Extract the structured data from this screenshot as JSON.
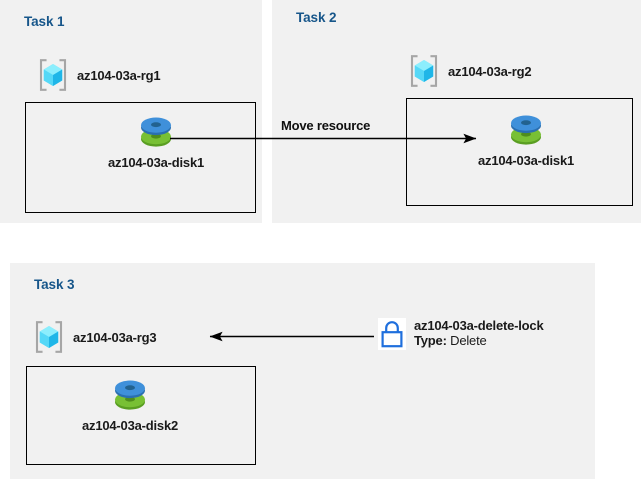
{
  "diagram": {
    "title_color": "#17568a",
    "panel_bg": "#f1f1f1",
    "page_bg": "#ffffff",
    "line_color": "#000000",
    "lock_color": "#1f6fdd",
    "disk_top_color": "#3c8ddb",
    "disk_bottom_color": "#71bd32",
    "cube_color": "#4ad6f5"
  },
  "panels": [
    {
      "id": "task1",
      "title": "Task 1"
    },
    {
      "id": "task2",
      "title": "Task 2"
    },
    {
      "id": "task3",
      "title": "Task 3"
    }
  ],
  "resource_groups": [
    {
      "id": "rg1",
      "label": "az104-03a-rg1",
      "icon": "resource-group-icon"
    },
    {
      "id": "rg2",
      "label": "az104-03a-rg2",
      "icon": "resource-group-icon"
    },
    {
      "id": "rg3",
      "label": "az104-03a-rg3",
      "icon": "resource-group-icon"
    }
  ],
  "disks": [
    {
      "id": "disk1",
      "label": "az104-03a-disk1",
      "icon": "disk-icon"
    },
    {
      "id": "disk2",
      "label": "az104-03a-disk1",
      "icon": "disk-icon"
    },
    {
      "id": "disk3",
      "label": "az104-03a-disk2",
      "icon": "disk-icon"
    }
  ],
  "connectors": [
    {
      "id": "move-arrow",
      "label": "Move resource",
      "direction": "right"
    },
    {
      "id": "lock-arrow",
      "label": "",
      "direction": "left"
    }
  ],
  "lock": {
    "icon": "lock-icon",
    "name": "az104-03a-delete-lock",
    "type_key": "Type:",
    "type_value": "Delete"
  }
}
